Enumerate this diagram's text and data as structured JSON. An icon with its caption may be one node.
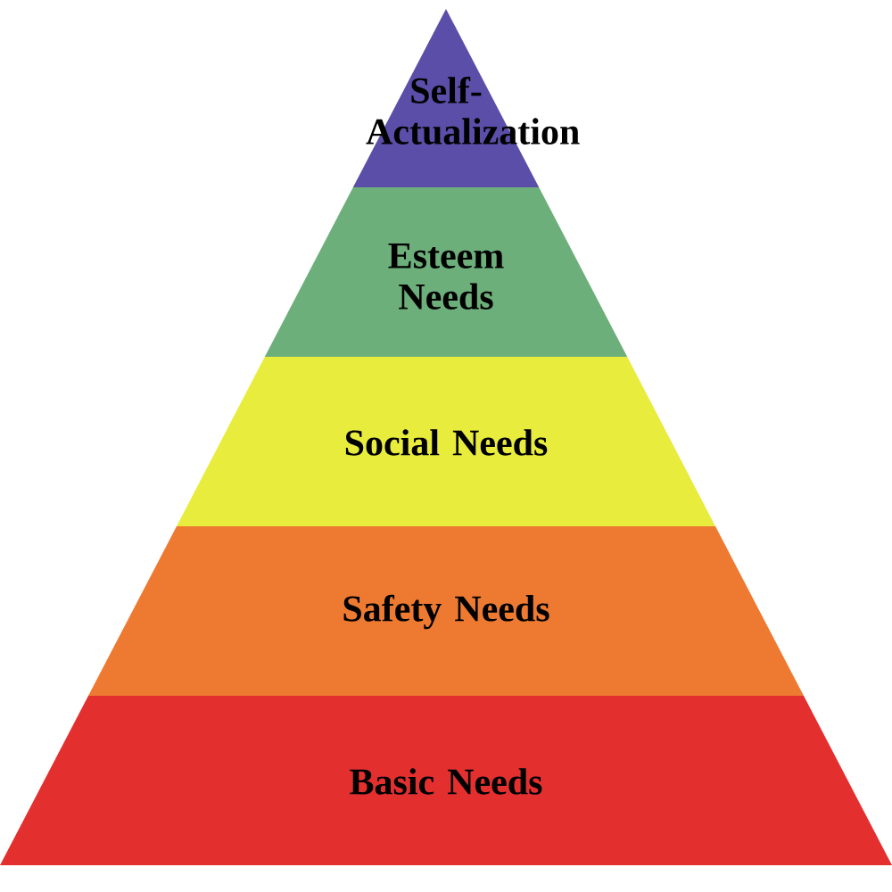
{
  "diagram": {
    "nodes": [
      {
        "text": [
          "Self-Actualization"
        ]
      },
      {
        "text": [
          "Esteem Needs"
        ]
      },
      {
        "text": [
          "Social Needs"
        ]
      },
      {
        "text": [
          "Safety Needs"
        ]
      },
      {
        "text": [
          "Basic Needs"
        ]
      }
    ]
  }
}
